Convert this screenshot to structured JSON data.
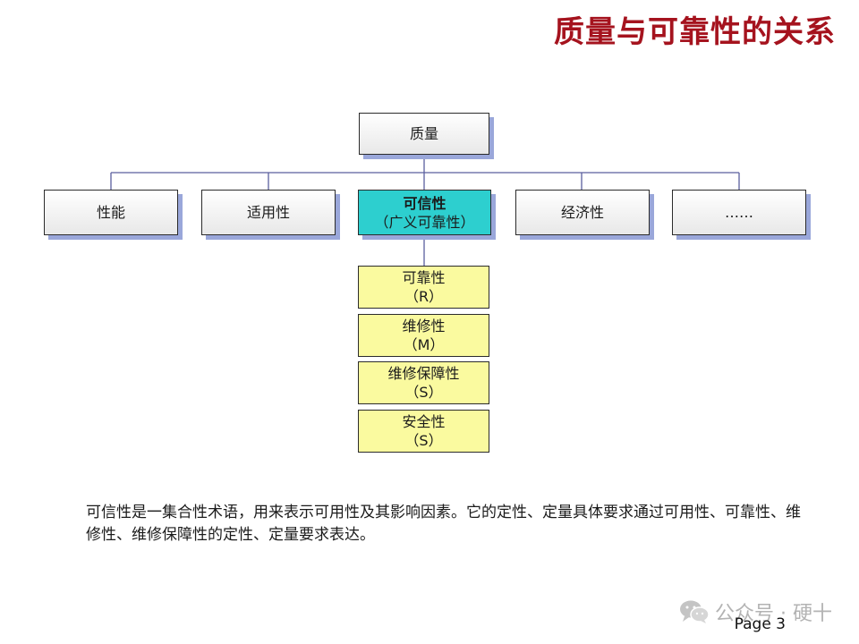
{
  "title": "质量与可靠性的关系",
  "root": {
    "label": "质量"
  },
  "level1": [
    {
      "label": "性能",
      "sublabel": ""
    },
    {
      "label": "适用性",
      "sublabel": ""
    },
    {
      "label": "可信性",
      "sublabel": "（广义可靠性）"
    },
    {
      "label": "经济性",
      "sublabel": ""
    },
    {
      "label": "……",
      "sublabel": ""
    }
  ],
  "level2": [
    {
      "label": "可靠性",
      "sublabel": "（R）"
    },
    {
      "label": "维修性",
      "sublabel": "（M）"
    },
    {
      "label": "维修保障性",
      "sublabel": "（S）"
    },
    {
      "label": "安全性",
      "sublabel": "（S）"
    }
  ],
  "description": "可信性是一集合性术语，用来表示可用性及其影响因素。它的定性、定量具体要求通过可用性、可靠性、维修性、维修保障性的定性、定量要求表达。",
  "watermark": {
    "text": "公众号 · 硬十",
    "icon": "wechat-icon"
  },
  "page_label": "Page 3",
  "colors": {
    "title": "#a5131e",
    "highlight_box": "#2dcfcf",
    "sub_box": "#fafa9f",
    "box_shadow": "#9aa7da",
    "connector": "#5a5f9e"
  }
}
